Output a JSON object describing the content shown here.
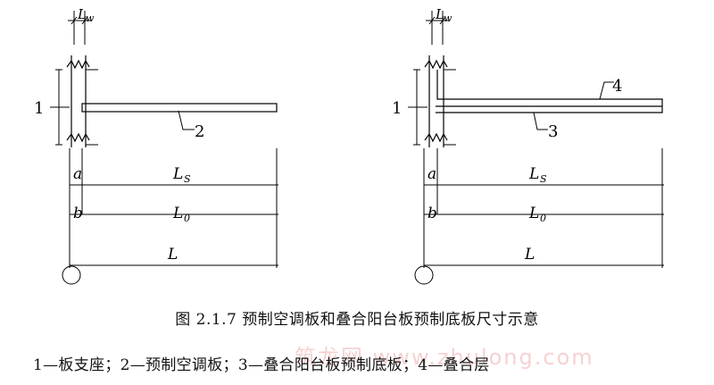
{
  "caption": "图 2.1.7 预制空调板和叠合阳台板预制底板尺寸示意",
  "legend": "1—板支座；2—预制空调板；3—叠合阳台板预制底板；4—叠合层",
  "watermark": "筑龙网 www.zhulong.com",
  "left_diagram": {
    "support_label": "1",
    "slab_label": "2",
    "wall_dim": "L",
    "wall_dim_sub": "w",
    "dims": [
      {
        "label": "a",
        "span": "L",
        "span_sub": "S"
      },
      {
        "label": "b",
        "span": "L",
        "span_sub": "0"
      },
      {
        "label": "",
        "span": "L",
        "span_sub": ""
      }
    ]
  },
  "right_diagram": {
    "support_label": "1",
    "slab_label": "3",
    "topping_label": "4",
    "wall_dim": "L",
    "wall_dim_sub": "w",
    "dims": [
      {
        "label": "a",
        "span": "L",
        "span_sub": "S"
      },
      {
        "label": "b",
        "span": "L",
        "span_sub": "0"
      },
      {
        "label": "",
        "span": "L",
        "span_sub": ""
      }
    ]
  }
}
